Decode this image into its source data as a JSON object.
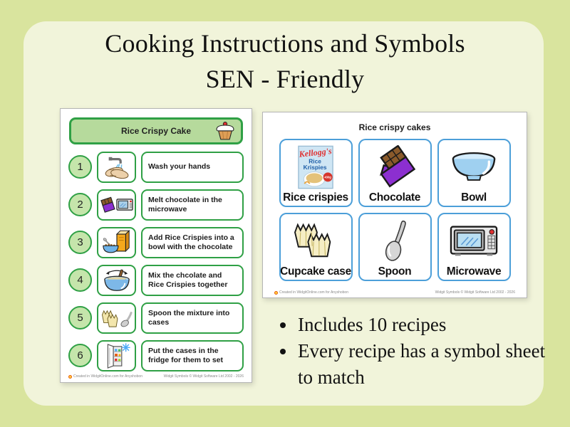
{
  "title": {
    "line1": "Cooking Instructions and Symbols",
    "line2": "SEN - Friendly"
  },
  "recipe_sheet": {
    "header_label": "Rice Crispy Cake",
    "header_icon": "cupcake-icon",
    "steps": [
      {
        "num": "1",
        "icon": "wash-hands-icon",
        "text": "Wash your hands"
      },
      {
        "num": "2",
        "icon": "chocolate-microwave-icon",
        "text": "Melt chocolate in the microwave"
      },
      {
        "num": "3",
        "icon": "cereal-box-bowl-icon",
        "text": "Add Rice Crispies into a bowl with the chocolate"
      },
      {
        "num": "4",
        "icon": "mixing-bowl-icon",
        "text": "Mix the chcolate and Rice Crispies together"
      },
      {
        "num": "5",
        "icon": "cupcake-cases-spoon-icon",
        "text": "Spoon the mixture into cases"
      },
      {
        "num": "6",
        "icon": "fridge-icon",
        "text": "Put the cases in the fridge for them to set"
      }
    ],
    "footer_left": "Created in WidgitOnline.com for Anyshobon",
    "footer_right": "Widgit Symbols © Widgit Software Ltd 2002 - 2026"
  },
  "symbol_sheet": {
    "title": "Rice crispy cakes",
    "cards": [
      {
        "label": "Rice crispies",
        "icon": "rice-krispies-box-icon"
      },
      {
        "label": "Chocolate",
        "icon": "chocolate-bar-icon"
      },
      {
        "label": "Bowl",
        "icon": "bowl-icon"
      },
      {
        "label": "Cupcake case",
        "icon": "cupcake-case-icon"
      },
      {
        "label": "Spoon",
        "icon": "spoon-icon"
      },
      {
        "label": "Microwave",
        "icon": "microwave-icon"
      }
    ],
    "cereal_box": {
      "brand": "Kellogg's",
      "line1": "Rice",
      "line2": "Krispies",
      "badge": "430g"
    },
    "footer_left": "Created in WidgitOnline.com for Anyshobon",
    "footer_right": "Widgit Symbols © Widgit Software Ltd 2002 - 2026"
  },
  "bullets": [
    "Includes 10 recipes",
    "Every recipe has a symbol sheet to match"
  ],
  "colors": {
    "outer_bg": "#d9e49e",
    "panel_bg": "#f1f4da",
    "widgit_green": "#2fa045",
    "green_fill": "#b6da9c",
    "circle_fill": "#c5e5ab",
    "card_border_blue": "#4c9fd9",
    "chocolate_purple": "#8c2fd0",
    "chocolate_brown": "#8a5a2b",
    "bowl_blue": "#9fd0f0"
  }
}
